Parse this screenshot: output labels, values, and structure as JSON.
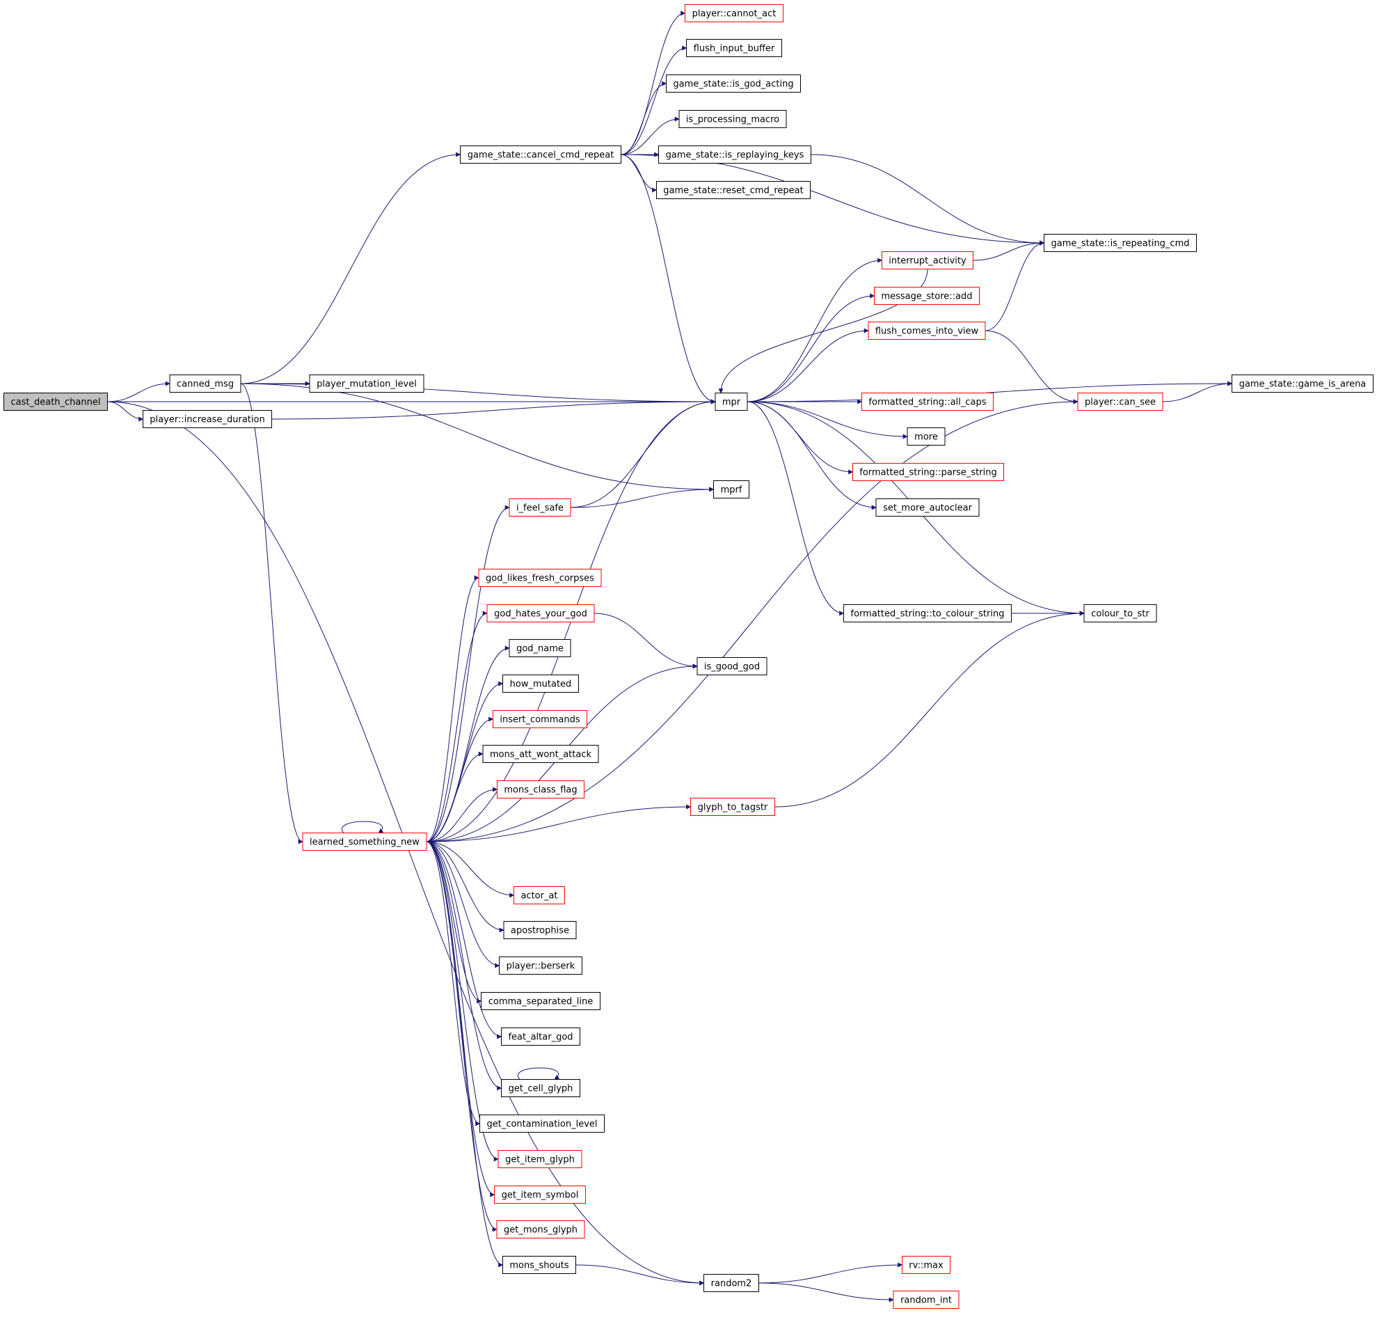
{
  "colors": {
    "edge": "#191970",
    "node_border_default": "#000000",
    "node_border_linked": "#ff0000",
    "root_fill": "#bfbfbf",
    "background": "#ffffff"
  },
  "nodes": [
    {
      "id": "cast_death_channel",
      "label": "cast_death_channel",
      "style": "root"
    },
    {
      "id": "canned_msg",
      "label": "canned_msg",
      "style": "default"
    },
    {
      "id": "player_increase_duration",
      "label": "player::increase_duration",
      "style": "default"
    },
    {
      "id": "learned_something_new",
      "label": "learned_something_new",
      "style": "linked"
    },
    {
      "id": "random2",
      "label": "random2",
      "style": "default"
    },
    {
      "id": "game_state_cancel_cmd_repeat",
      "label": "game_state::cancel_cmd_repeat",
      "style": "default"
    },
    {
      "id": "mpr",
      "label": "mpr",
      "style": "default"
    },
    {
      "id": "player_mutation_level",
      "label": "player_mutation_level",
      "style": "default"
    },
    {
      "id": "mprf",
      "label": "mprf",
      "style": "default"
    },
    {
      "id": "player_cannot_act",
      "label": "player::cannot_act",
      "style": "linked"
    },
    {
      "id": "flush_input_buffer",
      "label": "flush_input_buffer",
      "style": "default"
    },
    {
      "id": "game_state_is_god_acting",
      "label": "game_state::is_god_acting",
      "style": "default"
    },
    {
      "id": "is_processing_macro",
      "label": "is_processing_macro",
      "style": "default"
    },
    {
      "id": "game_state_is_replaying_keys",
      "label": "game_state::is_replaying_keys",
      "style": "default"
    },
    {
      "id": "game_state_reset_cmd_repeat",
      "label": "game_state::reset_cmd_repeat",
      "style": "default"
    },
    {
      "id": "game_state_is_repeating_cmd",
      "label": "game_state::is_repeating_cmd",
      "style": "default"
    },
    {
      "id": "interrupt_activity",
      "label": "interrupt_activity",
      "style": "linked"
    },
    {
      "id": "message_store_add",
      "label": "message_store::add",
      "style": "linked"
    },
    {
      "id": "flush_comes_into_view",
      "label": "flush_comes_into_view",
      "style": "linked"
    },
    {
      "id": "game_state_game_is_arena",
      "label": "game_state::game_is_arena",
      "style": "default"
    },
    {
      "id": "formatted_string_all_caps",
      "label": "formatted_string::all_caps",
      "style": "linked"
    },
    {
      "id": "player_can_see",
      "label": "player::can_see",
      "style": "linked"
    },
    {
      "id": "more",
      "label": "more",
      "style": "default"
    },
    {
      "id": "formatted_string_parse_string",
      "label": "formatted_string::parse_string",
      "style": "linked"
    },
    {
      "id": "set_more_autoclear",
      "label": "set_more_autoclear",
      "style": "default"
    },
    {
      "id": "formatted_string_to_colour_string",
      "label": "formatted_string::to_colour_string",
      "style": "default"
    },
    {
      "id": "colour_to_str",
      "label": "colour_to_str",
      "style": "default"
    },
    {
      "id": "i_feel_safe",
      "label": "i_feel_safe",
      "style": "linked"
    },
    {
      "id": "god_likes_fresh_corpses",
      "label": "god_likes_fresh_corpses",
      "style": "linked"
    },
    {
      "id": "god_hates_your_god",
      "label": "god_hates_your_god",
      "style": "linked"
    },
    {
      "id": "god_name",
      "label": "god_name",
      "style": "default"
    },
    {
      "id": "is_good_god",
      "label": "is_good_god",
      "style": "default"
    },
    {
      "id": "how_mutated",
      "label": "how_mutated",
      "style": "default"
    },
    {
      "id": "insert_commands",
      "label": "insert_commands",
      "style": "linked"
    },
    {
      "id": "mons_att_wont_attack",
      "label": "mons_att_wont_attack",
      "style": "default"
    },
    {
      "id": "mons_class_flag",
      "label": "mons_class_flag",
      "style": "linked"
    },
    {
      "id": "glyph_to_tagstr",
      "label": "glyph_to_tagstr",
      "style": "linked"
    },
    {
      "id": "actor_at",
      "label": "actor_at",
      "style": "linked"
    },
    {
      "id": "apostrophise",
      "label": "apostrophise",
      "style": "default"
    },
    {
      "id": "player_berserk",
      "label": "player::berserk",
      "style": "default"
    },
    {
      "id": "comma_separated_line",
      "label": "comma_separated_line",
      "style": "default"
    },
    {
      "id": "feat_altar_god",
      "label": "feat_altar_god",
      "style": "default"
    },
    {
      "id": "get_cell_glyph",
      "label": "get_cell_glyph",
      "style": "default"
    },
    {
      "id": "get_contamination_level",
      "label": "get_contamination_level",
      "style": "default"
    },
    {
      "id": "get_item_glyph",
      "label": "get_item_glyph",
      "style": "linked"
    },
    {
      "id": "get_item_symbol",
      "label": "get_item_symbol",
      "style": "linked"
    },
    {
      "id": "get_mons_glyph",
      "label": "get_mons_glyph",
      "style": "linked"
    },
    {
      "id": "mons_shouts",
      "label": "mons_shouts",
      "style": "default"
    },
    {
      "id": "rv_max",
      "label": "rv::max",
      "style": "linked"
    },
    {
      "id": "random_int",
      "label": "random_int",
      "style": "linked"
    }
  ],
  "edges": [
    [
      "cast_death_channel",
      "canned_msg"
    ],
    [
      "cast_death_channel",
      "player_increase_duration"
    ],
    [
      "cast_death_channel",
      "mpr"
    ],
    [
      "cast_death_channel",
      "random2"
    ],
    [
      "canned_msg",
      "game_state_cancel_cmd_repeat"
    ],
    [
      "canned_msg",
      "mpr"
    ],
    [
      "canned_msg",
      "player_mutation_level"
    ],
    [
      "canned_msg",
      "mprf"
    ],
    [
      "canned_msg",
      "learned_something_new"
    ],
    [
      "player_increase_duration",
      "mpr"
    ],
    [
      "game_state_cancel_cmd_repeat",
      "player_cannot_act"
    ],
    [
      "game_state_cancel_cmd_repeat",
      "flush_input_buffer"
    ],
    [
      "game_state_cancel_cmd_repeat",
      "game_state_is_god_acting"
    ],
    [
      "game_state_cancel_cmd_repeat",
      "is_processing_macro"
    ],
    [
      "game_state_cancel_cmd_repeat",
      "game_state_is_replaying_keys"
    ],
    [
      "game_state_cancel_cmd_repeat",
      "game_state_reset_cmd_repeat"
    ],
    [
      "game_state_cancel_cmd_repeat",
      "game_state_is_repeating_cmd"
    ],
    [
      "game_state_cancel_cmd_repeat",
      "mpr"
    ],
    [
      "game_state_is_replaying_keys",
      "game_state_is_repeating_cmd"
    ],
    [
      "mpr",
      "interrupt_activity"
    ],
    [
      "mpr",
      "message_store_add"
    ],
    [
      "mpr",
      "flush_comes_into_view"
    ],
    [
      "mpr",
      "game_state_game_is_arena"
    ],
    [
      "mpr",
      "formatted_string_all_caps"
    ],
    [
      "mpr",
      "more"
    ],
    [
      "mpr",
      "formatted_string_parse_string"
    ],
    [
      "mpr",
      "set_more_autoclear"
    ],
    [
      "mpr",
      "formatted_string_to_colour_string"
    ],
    [
      "mpr",
      "colour_to_str"
    ],
    [
      "interrupt_activity",
      "game_state_is_repeating_cmd"
    ],
    [
      "interrupt_activity",
      "mpr"
    ],
    [
      "flush_comes_into_view",
      "game_state_is_repeating_cmd"
    ],
    [
      "flush_comes_into_view",
      "player_can_see"
    ],
    [
      "player_can_see",
      "game_state_game_is_arena"
    ],
    [
      "formatted_string_to_colour_string",
      "colour_to_str"
    ],
    [
      "learned_something_new",
      "mpr"
    ],
    [
      "learned_something_new",
      "i_feel_safe"
    ],
    [
      "learned_something_new",
      "player_can_see"
    ],
    [
      "learned_something_new",
      "god_likes_fresh_corpses"
    ],
    [
      "learned_something_new",
      "god_hates_your_god"
    ],
    [
      "learned_something_new",
      "god_name"
    ],
    [
      "learned_something_new",
      "how_mutated"
    ],
    [
      "learned_something_new",
      "insert_commands"
    ],
    [
      "learned_something_new",
      "mons_att_wont_attack"
    ],
    [
      "learned_something_new",
      "mons_class_flag"
    ],
    [
      "learned_something_new",
      "is_good_god"
    ],
    [
      "learned_something_new",
      "glyph_to_tagstr"
    ],
    [
      "learned_something_new",
      "learned_something_new"
    ],
    [
      "learned_something_new",
      "actor_at"
    ],
    [
      "learned_something_new",
      "apostrophise"
    ],
    [
      "learned_something_new",
      "player_berserk"
    ],
    [
      "learned_something_new",
      "comma_separated_line"
    ],
    [
      "learned_something_new",
      "feat_altar_god"
    ],
    [
      "learned_something_new",
      "get_cell_glyph"
    ],
    [
      "learned_something_new",
      "get_contamination_level"
    ],
    [
      "learned_something_new",
      "get_item_glyph"
    ],
    [
      "learned_something_new",
      "get_item_symbol"
    ],
    [
      "learned_something_new",
      "get_mons_glyph"
    ],
    [
      "learned_something_new",
      "mons_shouts"
    ],
    [
      "i_feel_safe",
      "mpr"
    ],
    [
      "i_feel_safe",
      "mprf"
    ],
    [
      "god_hates_your_god",
      "is_good_god"
    ],
    [
      "glyph_to_tagstr",
      "colour_to_str"
    ],
    [
      "get_cell_glyph",
      "get_cell_glyph"
    ],
    [
      "mons_shouts",
      "random2"
    ],
    [
      "random2",
      "rv_max"
    ],
    [
      "random2",
      "random_int"
    ]
  ]
}
